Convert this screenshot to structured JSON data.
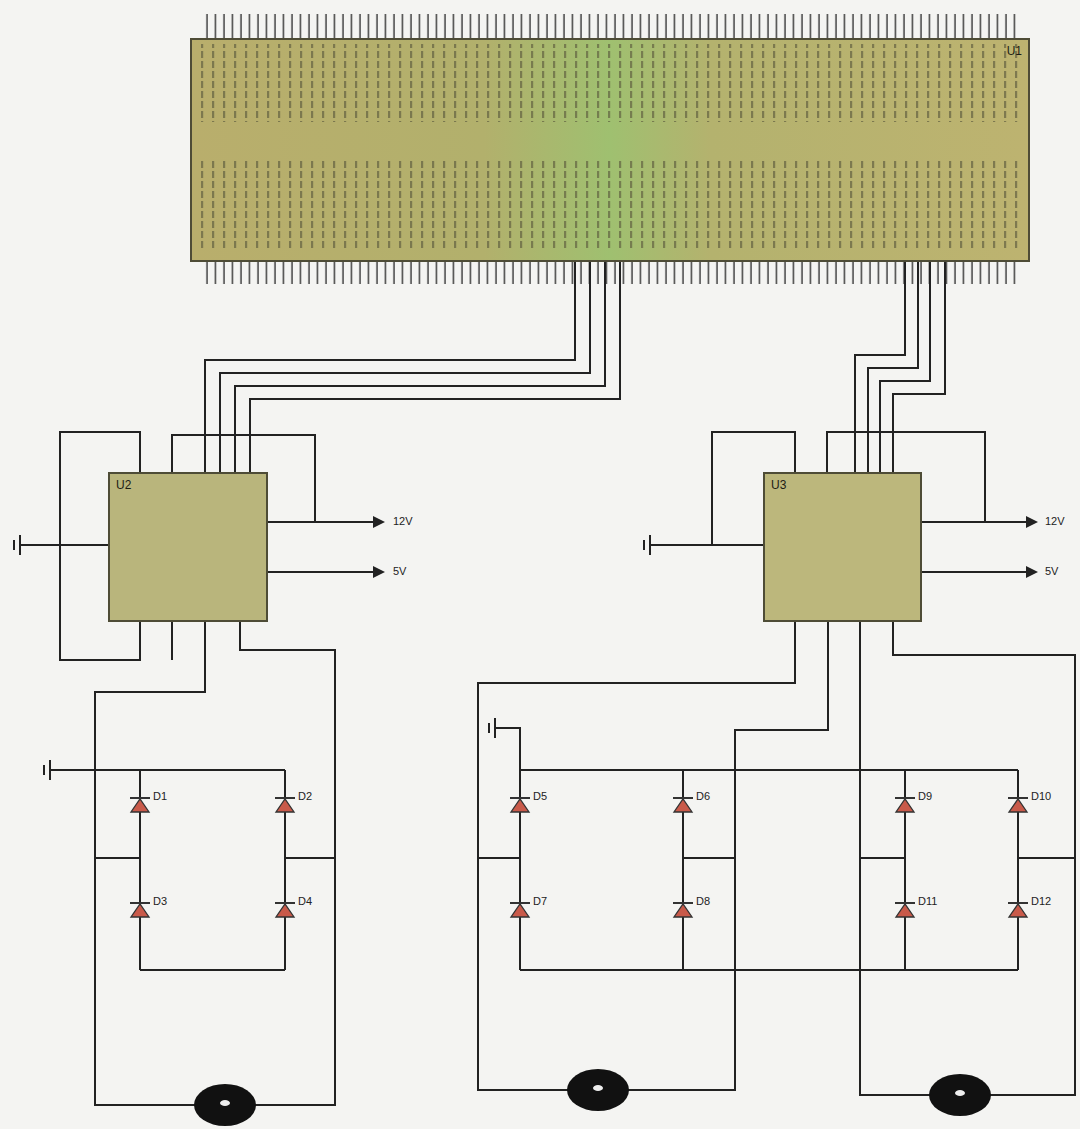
{
  "diagram": {
    "nodes": [
      {
        "text": [
          "U1"
        ]
      },
      {
        "text": [
          "U2"
        ]
      },
      {
        "text": [
          "U3"
        ]
      }
    ],
    "edges": [
      {
        "from": 0,
        "to": 1,
        "arrow": "none"
      },
      {
        "from": 0,
        "to": 1,
        "arrow": "none"
      },
      {
        "from": 0,
        "to": 1,
        "arrow": "none"
      },
      {
        "from": 0,
        "to": 1,
        "arrow": "none"
      },
      {
        "from": 0,
        "to": 2,
        "arrow": "none"
      },
      {
        "from": 0,
        "to": 2,
        "arrow": "none"
      },
      {
        "from": 0,
        "to": 2,
        "arrow": "none"
      },
      {
        "from": 0,
        "to": 2,
        "arrow": "none"
      }
    ],
    "labels": [
      "12V",
      "5V",
      "12V",
      "5V",
      "D1",
      "D2",
      "D3",
      "D4",
      "D5",
      "D6",
      "D7",
      "D8",
      "D9",
      "D10",
      "D11",
      "D12"
    ]
  }
}
